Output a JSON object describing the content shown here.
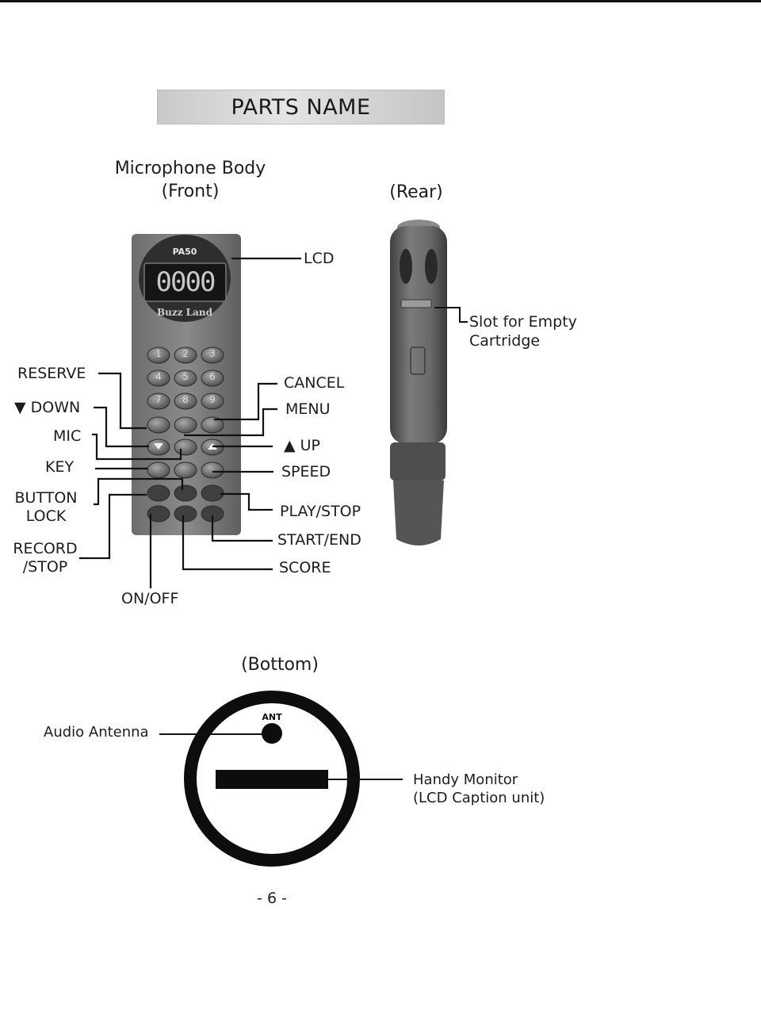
{
  "page": {
    "title": "PARTS NAME",
    "front_heading_line1": "Microphone Body",
    "front_heading_line2": "(Front)",
    "rear_heading": "(Rear)",
    "bottom_heading": "(Bottom)",
    "page_number": "- 6 -"
  },
  "device": {
    "brand": "PA50",
    "lcd_digits": "0000",
    "logo_text": "Buzz Land",
    "keypad": [
      "1",
      "2",
      "3",
      "4",
      "5",
      "6",
      "7",
      "8",
      "9"
    ]
  },
  "front_labels": {
    "lcd": "LCD",
    "reserve": "RESERVE",
    "down": "▼ DOWN",
    "mic": "MIC",
    "key": "KEY",
    "button_lock_1": "BUTTON",
    "button_lock_2": "LOCK",
    "record_stop_1": "RECORD",
    "record_stop_2": "/STOP",
    "on_off": "ON/OFF",
    "cancel": "CANCEL",
    "menu": "MENU",
    "up": "▲ UP",
    "speed": "SPEED",
    "play_stop": "PLAY/STOP",
    "start_end": "START/END",
    "score": "SCORE"
  },
  "rear_labels": {
    "slot_1": "Slot for Empty",
    "slot_2": "Cartridge"
  },
  "bottom_labels": {
    "antenna": "Audio Antenna",
    "ant_mark": "ANT",
    "monitor_1": "Handy Monitor",
    "monitor_2": "(LCD Caption unit)"
  }
}
